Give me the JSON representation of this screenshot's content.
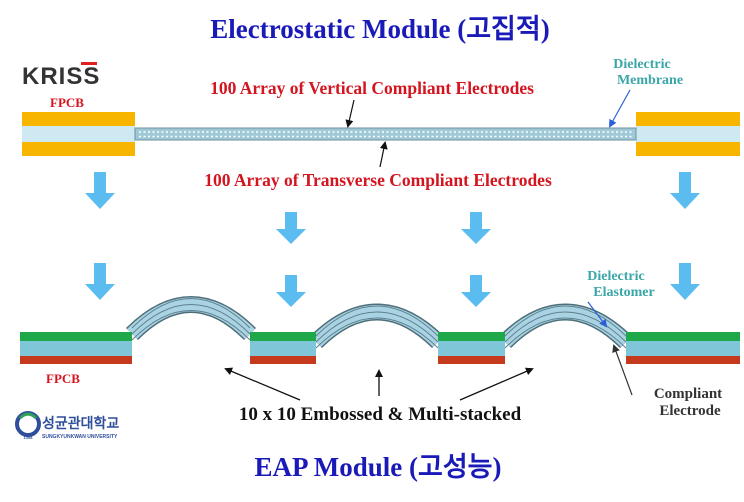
{
  "title_top": "Electrostatic Module (고집적)",
  "title_bottom": "EAP Module (고성능)",
  "logo_kriss": "KRISS",
  "logo_skku_korean": "성균관대학교",
  "logo_skku_english": "SUNGKYUNKWAN UNIVERSITY",
  "logo_skku_year": "1398",
  "label_fpcb_top": "FPCB",
  "label_fpcb_bottom": "FPCB",
  "label_vertical": "100 Array of Vertical Compliant Electrodes",
  "label_transverse": "100 Array of Transverse Compliant Electrodes",
  "label_dielectric_membrane_1": "Dielectric",
  "label_dielectric_membrane_2": "Membrane",
  "label_dielectric_elastomer_1": "Dielectric",
  "label_dielectric_elastomer_2": "Elastomer",
  "label_compliant_electrode_1": "Compliant",
  "label_compliant_electrode_2": "Electrode",
  "label_embossed": "10 x 10 Embossed & Multi-stacked",
  "colors": {
    "title_blue": "#1a1ab8",
    "label_red": "#d4141e",
    "label_teal": "#3aa6a8",
    "fpcb_gold": "#f7b500",
    "membrane_light": "#cfe9f3",
    "arrow_blue": "#5bbcef",
    "green": "#1fa84a",
    "electrode_red": "#c53a1c",
    "layer_blue": "#7fc6d8"
  }
}
